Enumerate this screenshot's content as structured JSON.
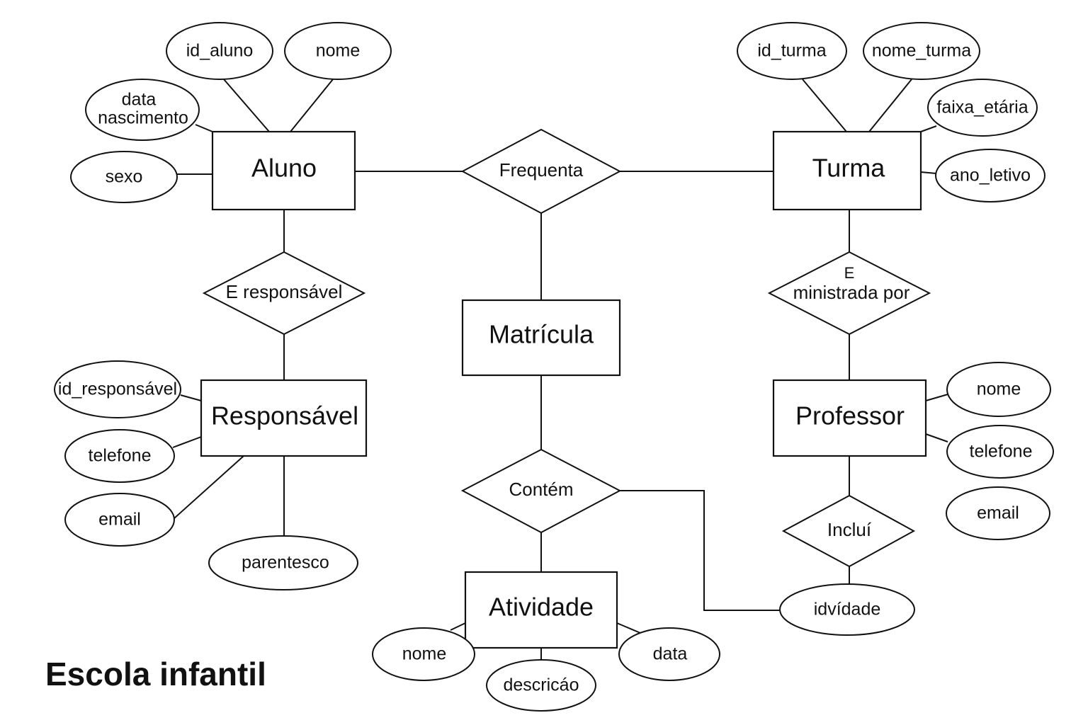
{
  "title": "Escola infantil",
  "entities": {
    "aluno": "Aluno",
    "turma": "Turma",
    "matricula": "Matrícula",
    "responsavel": "Responsável",
    "professor": "Professor",
    "atividade": "Atividade"
  },
  "relationships": {
    "frequenta": "Frequenta",
    "e_responsavel": "E responsável",
    "e_ministrada_por_1": "E",
    "e_ministrada_por_2": "ministrada por",
    "contem": "Contém",
    "inclui": "Incluí"
  },
  "attributes": {
    "aluno": {
      "id": "id_aluno",
      "nome": "nome",
      "data_1": "data",
      "data_2": "nascimento",
      "sexo": "sexo"
    },
    "turma": {
      "id": "id_turma",
      "nome": "nome_turma",
      "faixa": "faixa_etária",
      "ano": "ano_letivo"
    },
    "responsavel": {
      "id": "id_responsável",
      "telefone": "telefone",
      "email": "email",
      "parentesco": "parentesco"
    },
    "professor": {
      "nome": "nome",
      "telefone": "telefone",
      "email": "email"
    },
    "atividade": {
      "nome": "nome",
      "descricao": "descricáo",
      "data": "data"
    },
    "inclui": {
      "idatividade": "idvídade"
    }
  }
}
